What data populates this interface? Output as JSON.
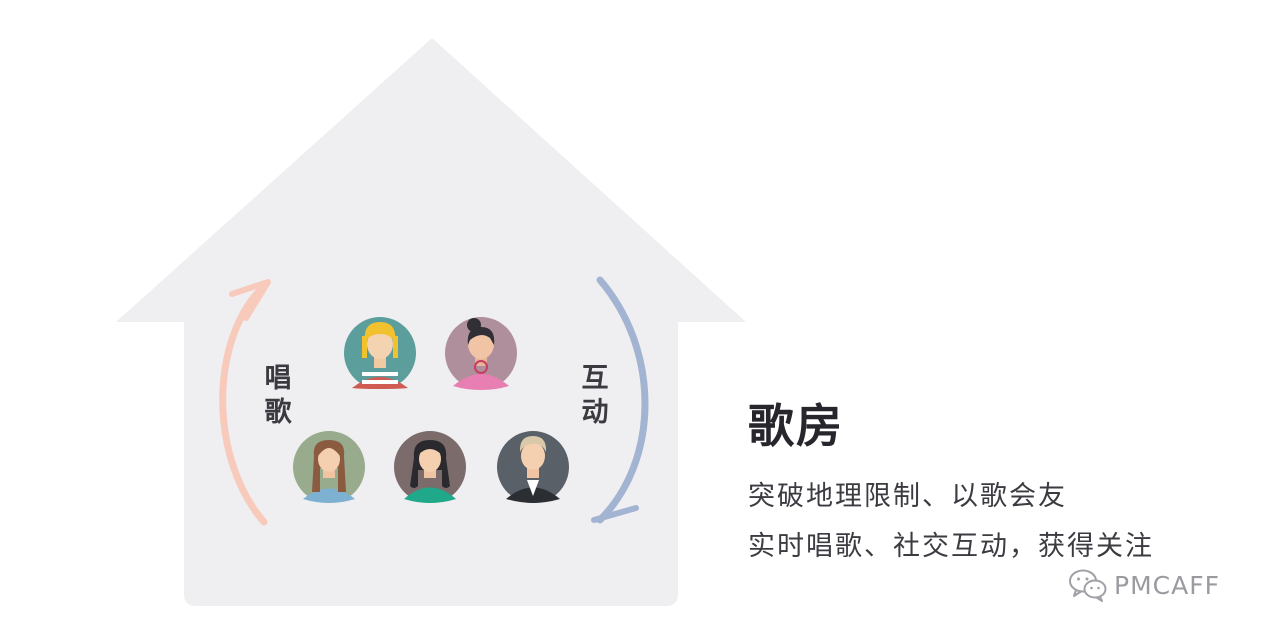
{
  "diagram": {
    "left_label": [
      "唱",
      "歌"
    ],
    "right_label": [
      "互",
      "动"
    ],
    "title": "歌房",
    "subtitle_lines": [
      "突破地理限制、以歌会友",
      "实时唱歌、社交互动，获得关注"
    ],
    "watermark": "PMCAFF",
    "icons": [
      "house-icon",
      "avatar-blonde-girl-icon",
      "avatar-bun-woman-icon",
      "avatar-brown-hair-girl-icon",
      "avatar-black-hair-girl-icon",
      "avatar-man-suit-icon",
      "wechat-icon"
    ],
    "colors": {
      "house": "#efeff1",
      "left_arrow": "#f7cabb",
      "right_arrow": "#a3b3d2",
      "title": "#26262c",
      "text": "#3b3b42"
    }
  }
}
